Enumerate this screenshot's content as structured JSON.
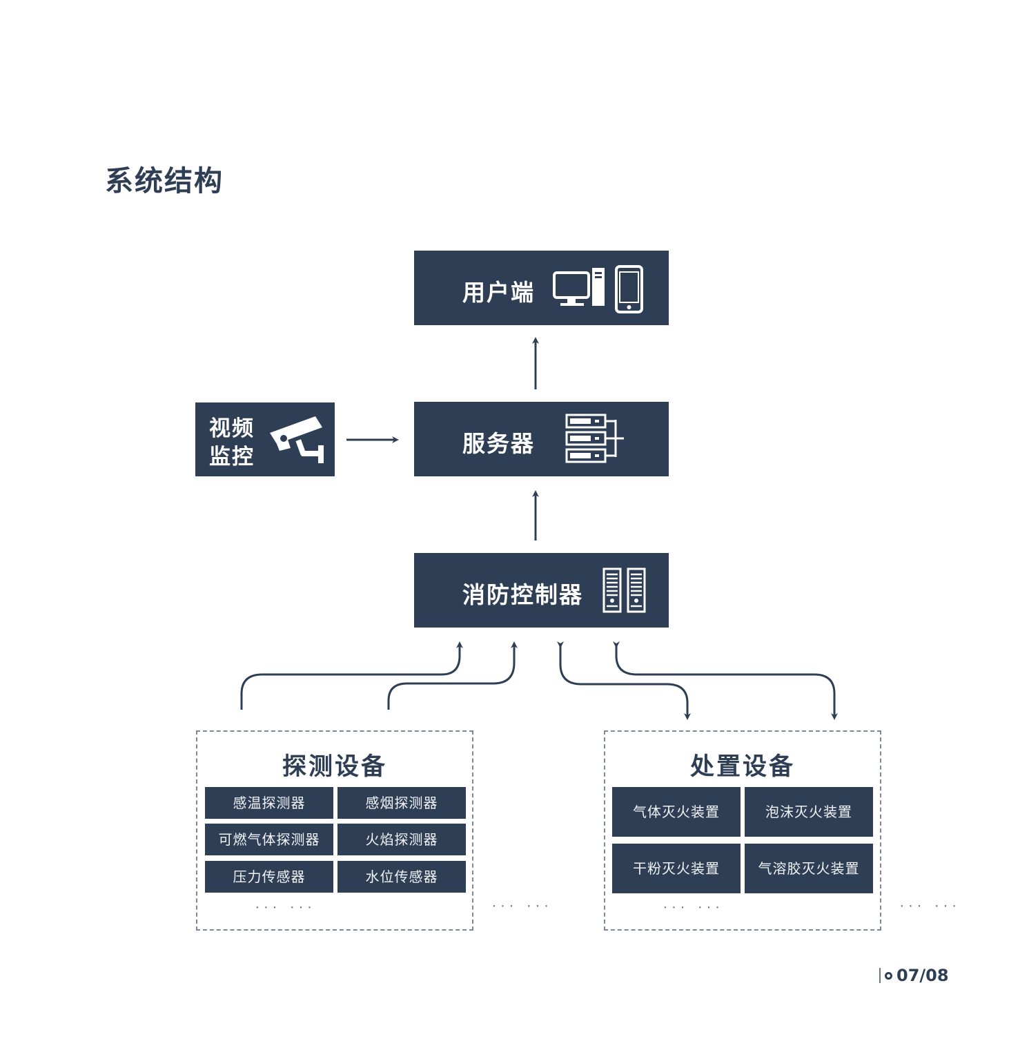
{
  "page": {
    "title": "系统结构",
    "page_number": "07/08"
  },
  "nodes": {
    "user": "用户端",
    "server": "服务器",
    "video": [
      "视频",
      "监控"
    ],
    "controller": "消防控制器"
  },
  "detection": {
    "title": "探测设备",
    "items": [
      "感温探测器",
      "感烟探测器",
      "可燃气体探测器",
      "火焰探测器",
      "压力传感器",
      "水位传感器"
    ],
    "more": "··· ···",
    "more_outside": "··· ···"
  },
  "disposal": {
    "title": "处置设备",
    "items": [
      "气体灭火装置",
      "泡沫灭火装置",
      "干粉灭火装置",
      "气溶胶灭火装置"
    ],
    "more": "··· ···",
    "more_outside": "··· ···"
  },
  "colors": {
    "navy": "#2e3e55",
    "dashed_border": "#7d8796",
    "text_light": "#f2f4f7"
  },
  "icons": [
    "computer-icon",
    "phone-icon",
    "cctv-camera-icon",
    "server-rack-icon",
    "controller-cabinet-icon"
  ]
}
